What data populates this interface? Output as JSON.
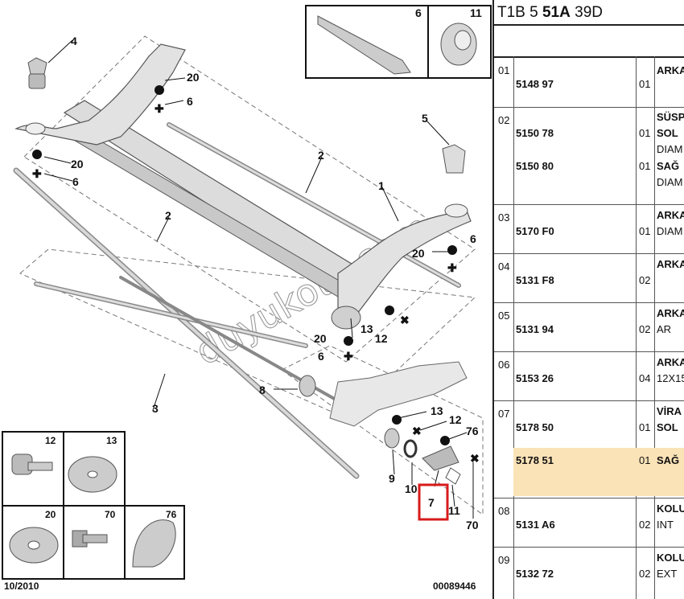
{
  "diagram": {
    "callouts": [
      "4",
      "20",
      "6",
      "20",
      "6",
      "2",
      "2",
      "1",
      "5",
      "20",
      "6",
      "3",
      "8",
      "13",
      "12",
      "76",
      "20",
      "6",
      "13",
      "12",
      "9",
      "10",
      "7",
      "11",
      "70"
    ],
    "inset_top": {
      "left_num": "6",
      "right_num": "11"
    },
    "inset_bottom": [
      "12",
      "13",
      "20",
      "70",
      "76"
    ],
    "date_label": "10/2010",
    "code_label": "00089446",
    "watermark": "duyukoto.com"
  },
  "table": {
    "header": {
      "prefix": "T1B 5 ",
      "bold": "51A",
      "suffix": " 39D"
    },
    "rows": [
      {
        "num": "01",
        "refs": [
          "5148 97"
        ],
        "qtys": [
          "01"
        ],
        "desc": [
          "ARKA"
        ],
        "bold": [
          true
        ]
      },
      {
        "num": "02",
        "refs": [
          "5150 78",
          "5150 80"
        ],
        "qtys": [
          "01",
          "01"
        ],
        "desc": [
          "SÜSP",
          "SOL",
          "DIAM",
          "SAĞ",
          "DIAM"
        ],
        "bold": [
          true,
          true,
          false,
          true,
          false
        ]
      },
      {
        "num": "03",
        "refs": [
          "5170 F0"
        ],
        "qtys": [
          "01"
        ],
        "desc": [
          "ARKA",
          "DIAM"
        ],
        "bold": [
          true,
          false
        ]
      },
      {
        "num": "04",
        "refs": [
          "5131 F8"
        ],
        "qtys": [
          "02"
        ],
        "desc": [
          "ARKA"
        ],
        "bold": [
          true
        ]
      },
      {
        "num": "05",
        "refs": [
          "5131 94"
        ],
        "qtys": [
          "02"
        ],
        "desc": [
          "ARKA",
          "AR"
        ],
        "bold": [
          true,
          false
        ]
      },
      {
        "num": "06",
        "refs": [
          "5153 26"
        ],
        "qtys": [
          "04"
        ],
        "desc": [
          "ARKA",
          "12X15"
        ],
        "bold": [
          true,
          false
        ]
      },
      {
        "num": "07",
        "refs": [
          "5178 50",
          "5178 51"
        ],
        "qtys": [
          "01",
          "01"
        ],
        "desc": [
          "VİRA",
          "SOL",
          "SAĞ"
        ],
        "bold": [
          true,
          true,
          true
        ]
      },
      {
        "num": "08",
        "refs": [
          "5131 A6"
        ],
        "qtys": [
          "02"
        ],
        "desc": [
          "KOLU",
          "INT"
        ],
        "bold": [
          true,
          false
        ]
      },
      {
        "num": "09",
        "refs": [
          "5132 72"
        ],
        "qtys": [
          "02"
        ],
        "desc": [
          "KOLU",
          "EXT"
        ],
        "bold": [
          true,
          false
        ]
      }
    ]
  }
}
